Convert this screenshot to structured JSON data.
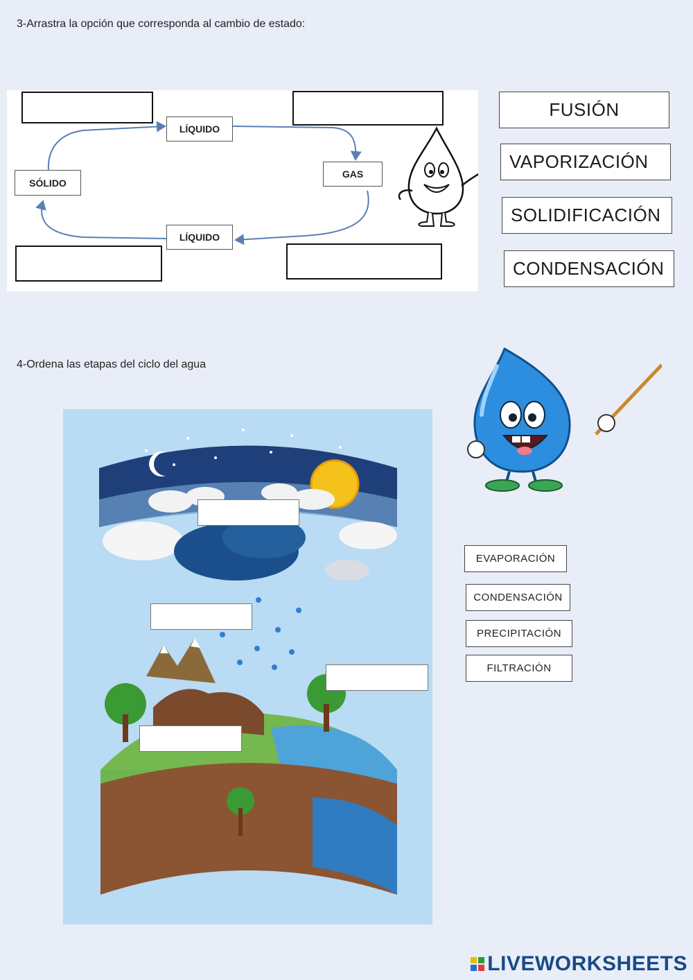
{
  "exercise3": {
    "instruction": "3-Arrastra la opción que corresponda al cambio de estado:",
    "states": {
      "liquid_top": "LÍQUIDO",
      "gas": "GAS",
      "solid": "SÓLIDO",
      "liquid_bottom": "LÍQUIDO"
    },
    "options": [
      "FUSIÓN",
      "VAPORIZACIÓN",
      "SOLIDIFICACIÓN",
      "CONDENSACIÓN"
    ]
  },
  "exercise4": {
    "instruction": "4-Ordena las etapas del ciclo del agua",
    "options": [
      "EVAPORACIÓN",
      "CONDENSACIÓN",
      "PRECIPITACIÓN",
      "FILTRACIÓN"
    ]
  },
  "brand": {
    "text": "LIVEWORKSHEETS",
    "mark_colors": [
      "#f2b705",
      "#2a9d3a",
      "#1f6fd1",
      "#e53935"
    ]
  }
}
